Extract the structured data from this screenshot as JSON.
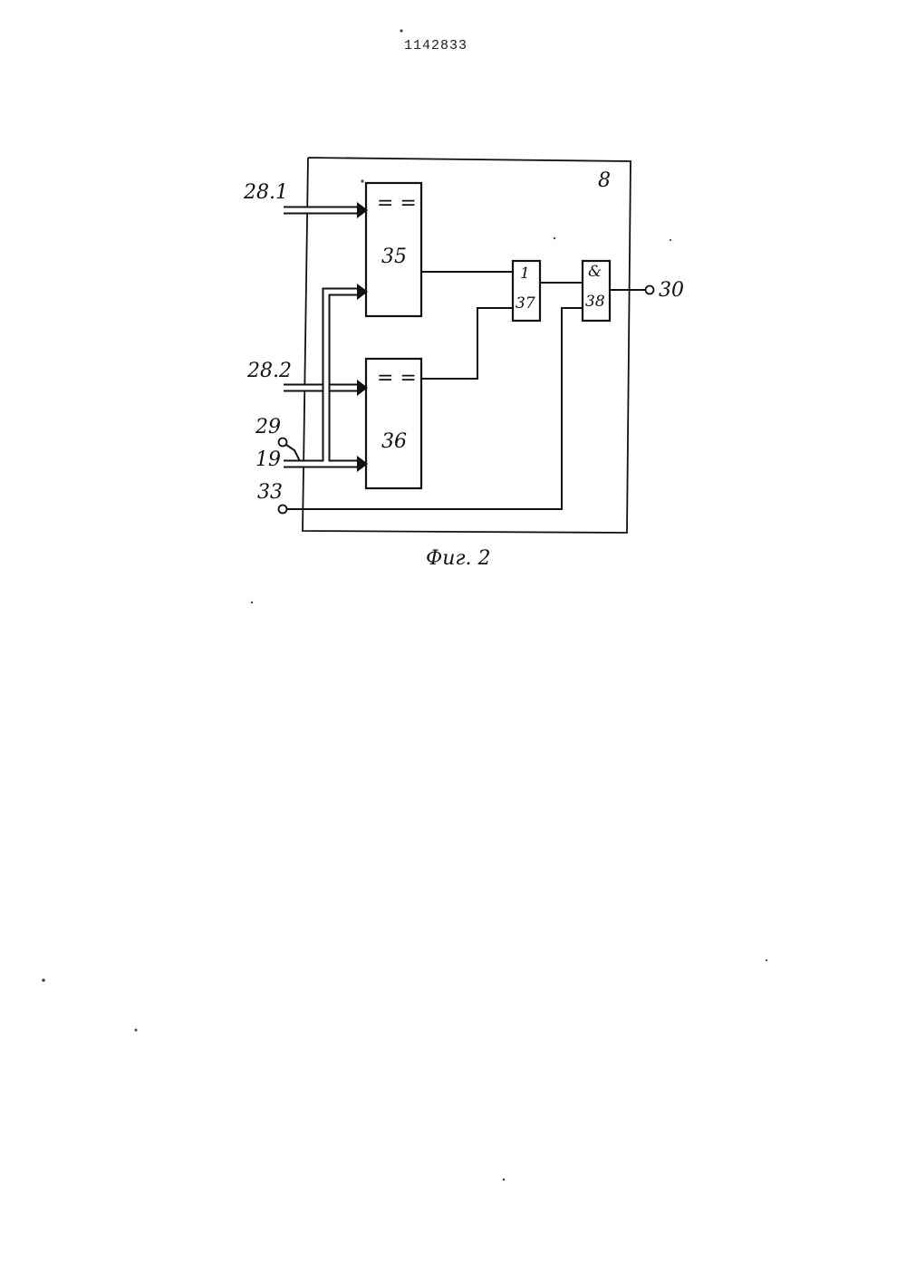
{
  "document": {
    "number": "1142833"
  },
  "diagram": {
    "unit_label": "8",
    "blocks": [
      {
        "id": "35",
        "label": "35",
        "symbol": "= ="
      },
      {
        "id": "36",
        "label": "36",
        "symbol": "= ="
      },
      {
        "id": "37",
        "label": "37",
        "symbol": "1"
      },
      {
        "id": "38",
        "label": "38",
        "symbol": "&"
      }
    ],
    "inputs": [
      "28.1",
      "28.2",
      "29",
      "19",
      "33"
    ],
    "outputs": [
      "30"
    ],
    "caption": "Фиг. 2"
  }
}
